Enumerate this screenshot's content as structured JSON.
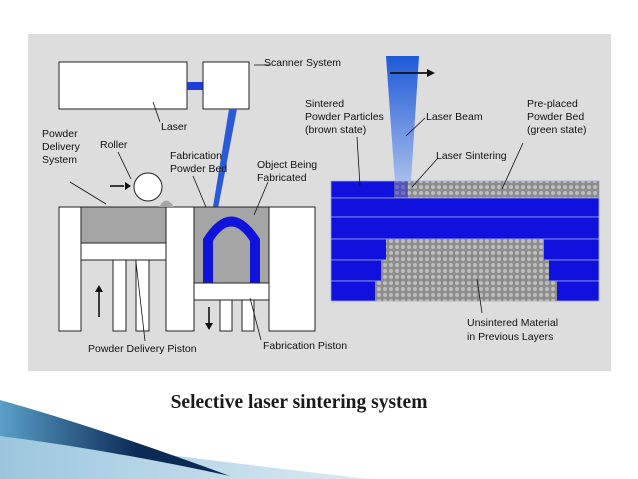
{
  "diagram": {
    "labels": {
      "scanner_system": "Scanner System",
      "laser": "Laser",
      "powder_delivery_system": [
        "Powder",
        "Delivery",
        "System"
      ],
      "roller": "Roller",
      "fabrication_powder_bed": [
        "Fabrication",
        "Powder Bed"
      ],
      "object_being_fabricated": [
        "Object Being",
        "Fabricated"
      ],
      "powder_delivery_piston": "Powder Delivery Piston",
      "fabrication_piston": "Fabrication Piston",
      "sintered_powder_particles": [
        "Sintered",
        "Powder Particles",
        "(brown state)"
      ],
      "laser_beam": "Laser Beam",
      "pre_placed_powder_bed": [
        "Pre-placed",
        "Powder Bed",
        "(green state)"
      ],
      "laser_sintering": "Laser Sintering",
      "unsintered_material": [
        "Unsintered Material",
        "in Previous Layers"
      ]
    },
    "colors": {
      "background": "#dddddd",
      "sintered": "#1010dd",
      "powder": "#9a9a9a",
      "beam": "#3a6fd6",
      "outline": "#222222"
    }
  },
  "caption": "Selective laser sintering system",
  "decoration": {
    "swoosh_colors": [
      "#0b2a55",
      "#5aa0c8"
    ]
  }
}
